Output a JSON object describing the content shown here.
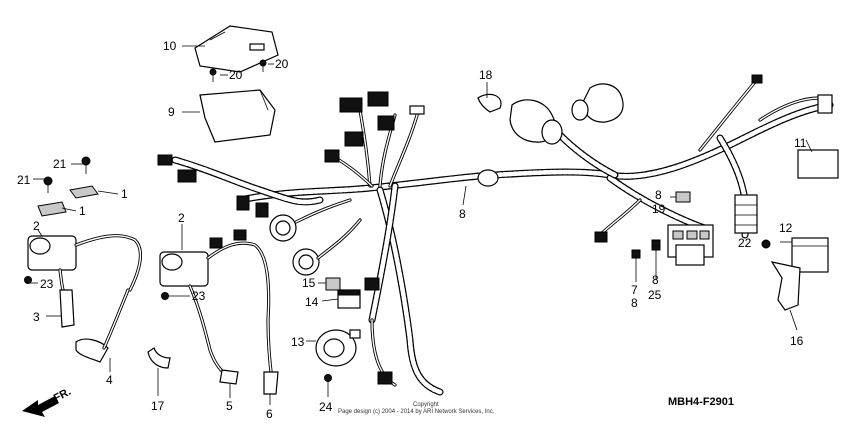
{
  "diagram": {
    "code": "MBH4-F2901",
    "copyright_line1": "Copyright",
    "copyright_line2": "Page design (c) 2004 - 2014 by ARI Network Services, Inc.",
    "direction_label": "FR."
  },
  "callouts": [
    {
      "id": "c10",
      "text": "10"
    },
    {
      "id": "c20a",
      "text": "20"
    },
    {
      "id": "c20b",
      "text": "20"
    },
    {
      "id": "c9",
      "text": "9"
    },
    {
      "id": "c18",
      "text": "18"
    },
    {
      "id": "c11",
      "text": "11"
    },
    {
      "id": "c21a",
      "text": "21"
    },
    {
      "id": "c21b",
      "text": "21"
    },
    {
      "id": "c1a",
      "text": "1"
    },
    {
      "id": "c1b",
      "text": "1"
    },
    {
      "id": "c2a",
      "text": "2"
    },
    {
      "id": "c2b",
      "text": "2"
    },
    {
      "id": "c23a",
      "text": "23"
    },
    {
      "id": "c23b",
      "text": "23"
    },
    {
      "id": "c3",
      "text": "3"
    },
    {
      "id": "c4",
      "text": "4"
    },
    {
      "id": "c17",
      "text": "17"
    },
    {
      "id": "c5",
      "text": "5"
    },
    {
      "id": "c6",
      "text": "6"
    },
    {
      "id": "c8a",
      "text": "8"
    },
    {
      "id": "c8b",
      "text": "8"
    },
    {
      "id": "c19",
      "text": "19"
    },
    {
      "id": "c12",
      "text": "12"
    },
    {
      "id": "c22",
      "text": "22"
    },
    {
      "id": "c7",
      "text": "7"
    },
    {
      "id": "c8c",
      "text": "8"
    },
    {
      "id": "c8d",
      "text": "8"
    },
    {
      "id": "c25",
      "text": "25"
    },
    {
      "id": "c16",
      "text": "16"
    },
    {
      "id": "c15",
      "text": "15"
    },
    {
      "id": "c14",
      "text": "14"
    },
    {
      "id": "c13",
      "text": "13"
    },
    {
      "id": "c24",
      "text": "24"
    }
  ]
}
